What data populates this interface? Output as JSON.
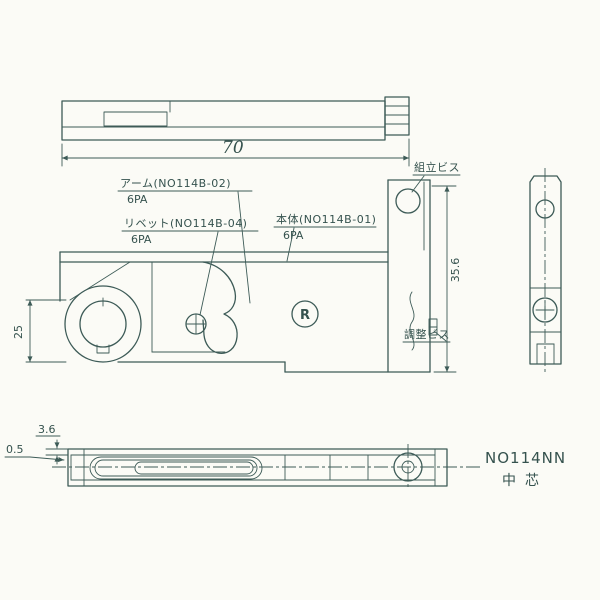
{
  "colors": {
    "line": "#3d5b57",
    "background": "#fbfbf6",
    "text": "#35524e"
  },
  "labels": {
    "arm": {
      "name": "アーム(NO114B-02)",
      "material": "6PA"
    },
    "rivet": {
      "name": "リベット(NO114B-04)",
      "material": "6PA"
    },
    "body": {
      "name": "本体(NO114B-01)",
      "material": "6PA"
    },
    "assembly_screw": "組立ビス",
    "adjustment_screw": "調整ビス",
    "r_mark": "R"
  },
  "dimensions": {
    "overall_width": "70",
    "left_height": "25",
    "right_height": "35.6",
    "plate_thickness": "3.6",
    "edge_offset": "0.5"
  },
  "title_block": {
    "part_number": "NO114NN",
    "part_name": "中芯"
  }
}
